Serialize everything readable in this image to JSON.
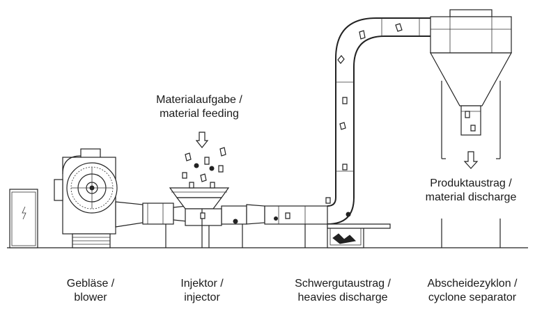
{
  "labels": {
    "feeding": [
      "Materialaufgabe /",
      "material feeding"
    ],
    "discharge": [
      "Produktaustrag /",
      "material discharge"
    ],
    "blower": [
      "Gebläse /",
      "blower"
    ],
    "injector": [
      "Injektor /",
      "injector"
    ],
    "heavies": [
      "Schwergutaustrag /",
      "heavies discharge"
    ],
    "cyclone": [
      "Abscheidezyklon /",
      "cyclone separator"
    ]
  }
}
